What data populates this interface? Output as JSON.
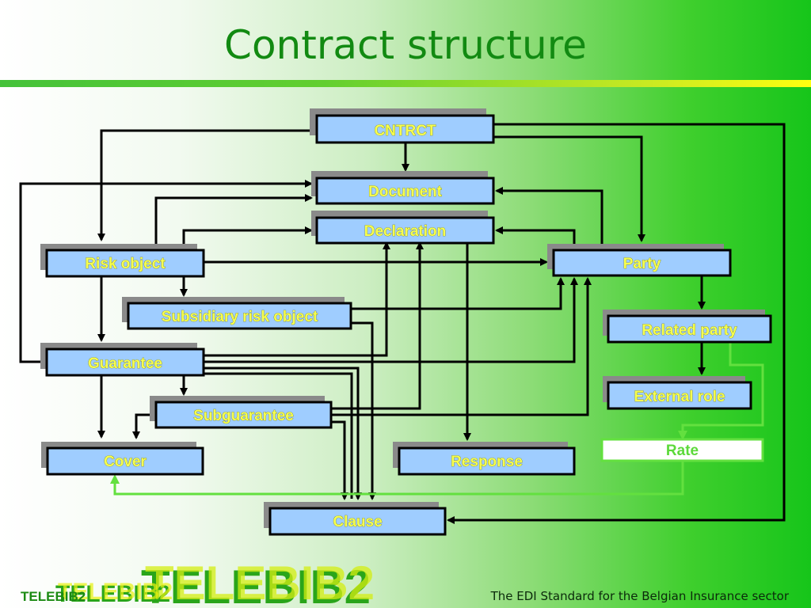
{
  "slide": {
    "title": "Contract structure",
    "footer": "The EDI Standard for the Belgian Insurance sector"
  },
  "logo": {
    "text": "TELEBIB2"
  },
  "diagram": {
    "nodes": {
      "cntrct": "CNTRCT",
      "document": "Document",
      "declaration": "Declaration",
      "risk_object": "Risk object",
      "party": "Party",
      "subsidiary_risk_object": "Subsidiary risk object",
      "related_party": "Related party",
      "guarantee": "Guarantee",
      "external_role": "External role",
      "subguarantee": "Subguarantee",
      "cover": "Cover",
      "response": "Response",
      "rate": "Rate",
      "clause": "Clause"
    }
  },
  "colors": {
    "title": "#128a12",
    "node_fill": "#9fcdff",
    "node_text": "#f6ff50",
    "green_link": "#63e03f"
  }
}
